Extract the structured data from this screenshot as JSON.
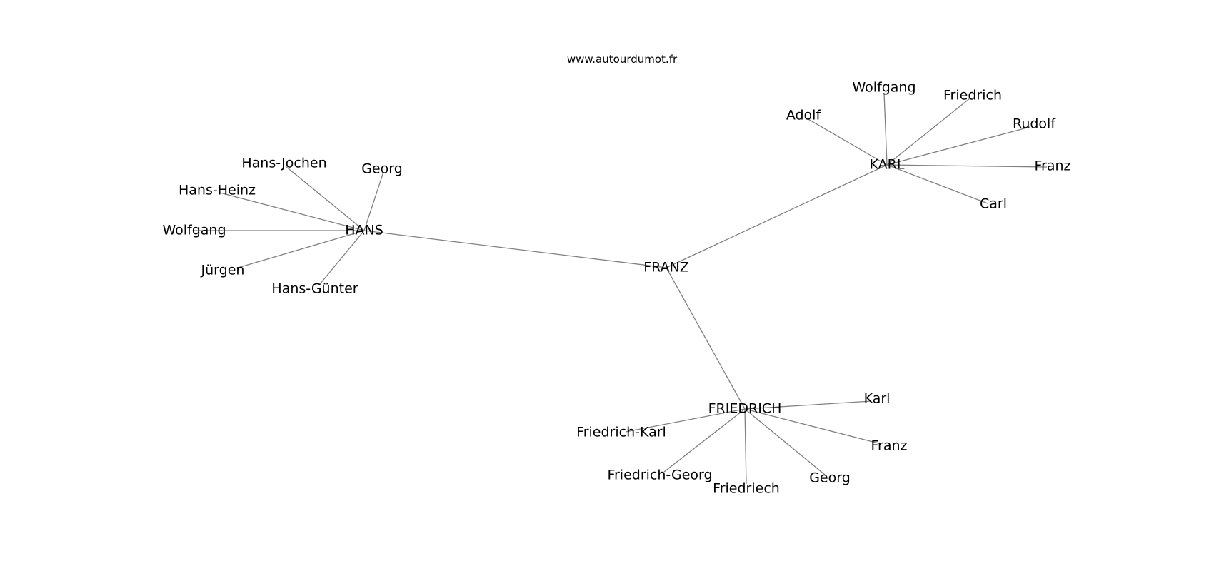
{
  "source_caption": "www.autourdumot.fr",
  "graph": {
    "center": "FRANZ",
    "groups": [
      {
        "hub": "HANS",
        "neighbors": [
          "Hans-Jochen",
          "Georg",
          "Hans-Heinz",
          "Wolfgang",
          "Jürgen",
          "Hans-Günter"
        ]
      },
      {
        "hub": "KARL",
        "neighbors": [
          "Wolfgang",
          "Friedrich",
          "Adolf",
          "Rudolf",
          "Franz",
          "Carl"
        ]
      },
      {
        "hub": "FRIEDRICH",
        "neighbors": [
          "Karl",
          "Friedrich-Karl",
          "Franz",
          "Friedrich-Georg",
          "Georg",
          "Friedriech"
        ]
      }
    ]
  }
}
